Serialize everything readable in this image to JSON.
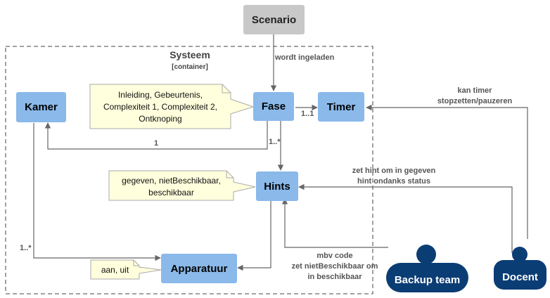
{
  "nodes": {
    "scenario": "Scenario",
    "fase": "Fase",
    "timer": "Timer",
    "kamer": "Kamer",
    "hints": "Hints",
    "apparatuur": "Apparatuur"
  },
  "container": {
    "title": "Systeem",
    "stereotype": "[container]"
  },
  "notes": {
    "fase_states": [
      "Inleiding, Gebeurtenis,",
      "Complexiteit 1, Complexiteit 2,",
      "Ontknoping"
    ],
    "hints_states": [
      "gegeven, nietBeschikbaar,",
      "beschikbaar"
    ],
    "apparatuur_states": "aan, uit"
  },
  "actors": {
    "backup_team": "Backup team",
    "docent": "Docent"
  },
  "edges": {
    "scenario_fase": "wordt ingeladen",
    "fase_timer_mult": "1..1",
    "fase_kamer_mult": "1",
    "fase_hints_mult": "1..*",
    "kamer_apparatuur_mult": "1..*",
    "docent_timer": [
      "kan timer",
      "stopzetten/pauzeren"
    ],
    "docent_hints": [
      "zet hint om in gegeven",
      "hint ondanks status"
    ],
    "backup_hints": [
      "mbv code",
      "zet nietBeschikbaar om",
      "in beschikbaar"
    ]
  },
  "colors": {
    "node_blue": "#8ab9ea",
    "scenario_gray": "#c8c8c8",
    "note_yellow": "#ffffdd",
    "actor_navy": "#0b3d75",
    "edge_gray": "#666666"
  }
}
